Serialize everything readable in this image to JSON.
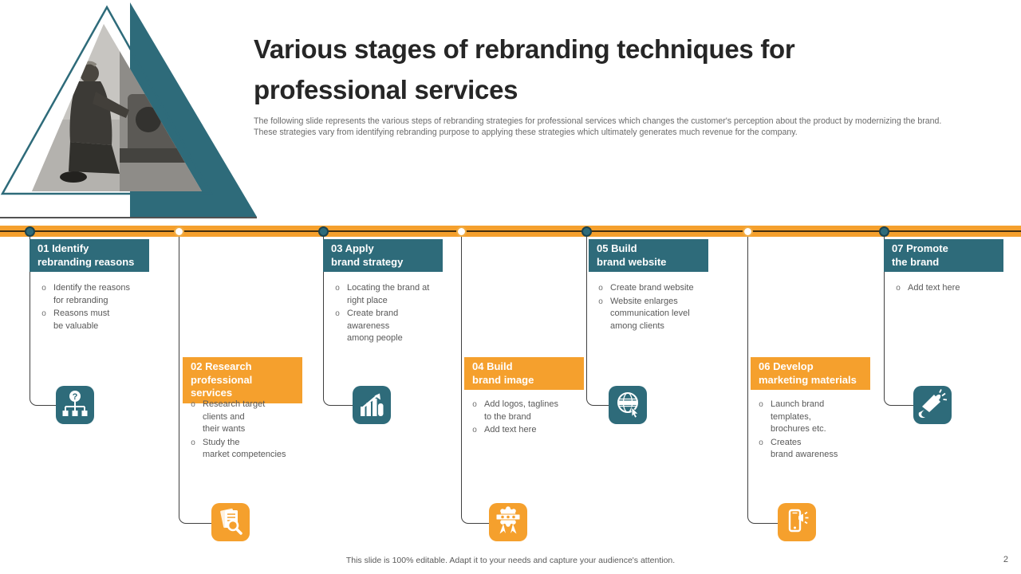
{
  "slide": {
    "title": "Various stages of rebranding techniques for professional services",
    "subtitle": "The following slide represents the various steps of rebranding strategies for professional services which changes the customer's perception about the product by modernizing the brand. These strategies vary from identifying rebranding purpose to applying these strategies which ultimately generates much revenue for the company.",
    "footer_note": "This slide is 100% editable. Adapt it to your needs and capture your audience's attention.",
    "page_number": "2"
  },
  "decor": {
    "photo_alt": "man working on machinery inside triangle"
  },
  "ui": {
    "bullet_marker": "o"
  },
  "colors": {
    "teal": "#2E6B7A",
    "teal_dark": "#1B4450",
    "orange": "#F5A02D",
    "timeline_line": "#45300F",
    "connector": "#404040",
    "body_text": "#595959",
    "title_text": "#262626"
  },
  "stages": [
    {
      "number": "01",
      "title_lines": [
        "01 Identify",
        "rebranding reasons"
      ],
      "color": "teal",
      "placement": "top",
      "icon": "hierarchy-question-icon",
      "bullets": [
        [
          "Identify the reasons",
          "for rebranding"
        ],
        [
          "Reasons must",
          "be valuable"
        ]
      ]
    },
    {
      "number": "02",
      "title_lines": [
        "02 Research",
        "professional services"
      ],
      "color": "orange",
      "placement": "bottom",
      "icon": "document-search-icon",
      "bullets": [
        [
          "Research target",
          "clients and",
          "their wants"
        ],
        [
          "Study the",
          "market competencies"
        ]
      ]
    },
    {
      "number": "03",
      "title_lines": [
        "03 Apply",
        "brand strategy"
      ],
      "color": "teal",
      "placement": "top",
      "icon": "growth-chart-icon",
      "bullets": [
        [
          "Locating the brand at",
          "right place"
        ],
        [
          "Create brand",
          "awareness",
          "among people"
        ]
      ]
    },
    {
      "number": "04",
      "title_lines": [
        "04 Build",
        "brand image"
      ],
      "color": "orange",
      "placement": "bottom",
      "icon": "award-badge-icon",
      "bullets": [
        [
          "Add logos, taglines",
          "to the brand"
        ],
        [
          "Add text here"
        ]
      ]
    },
    {
      "number": "05",
      "title_lines": [
        "05 Build",
        "brand website"
      ],
      "color": "teal",
      "placement": "top",
      "icon": "globe-icon",
      "bullets": [
        [
          "Create brand website"
        ],
        [
          "Website enlarges",
          "communication level",
          "among clients"
        ]
      ]
    },
    {
      "number": "06",
      "title_lines": [
        "06 Develop",
        "marketing materials"
      ],
      "color": "orange",
      "placement": "bottom",
      "icon": "mobile-marketing-icon",
      "bullets": [
        [
          "Launch brand",
          "templates,",
          "brochures  etc."
        ],
        [
          "Creates",
          "brand awareness"
        ]
      ]
    },
    {
      "number": "07",
      "title_lines": [
        "07 Promote",
        "the brand"
      ],
      "color": "teal",
      "placement": "top",
      "icon": "megaphone-icon",
      "bullets": [
        [
          "Add text here"
        ]
      ]
    }
  ]
}
